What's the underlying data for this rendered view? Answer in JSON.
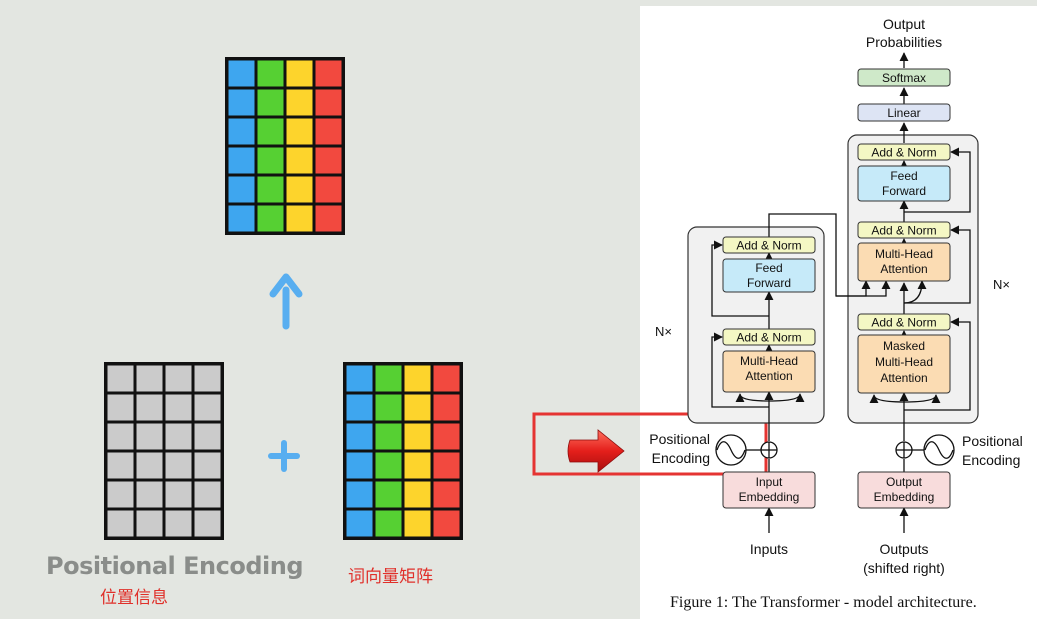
{
  "left": {
    "pe_title": "Positional Encoding",
    "pe_subtitle_cn": "位置信息",
    "embedding_label_cn": "词向量矩阵",
    "plus_symbol": "+",
    "colors": {
      "blue": "#3ea6ef",
      "green": "#56d033",
      "yellow": "#fdd42c",
      "red": "#f2493f",
      "gray": "#cbcbcb",
      "arrow": "#58aef0",
      "label_red": "#e0302a"
    }
  },
  "right": {
    "encoder": {
      "add_norm_top": "Add & Norm",
      "feed_forward": [
        "Feed",
        "Forward"
      ],
      "add_norm_bottom": "Add & Norm",
      "multi_head": [
        "Multi-Head",
        "Attention"
      ],
      "nx": "N×"
    },
    "decoder": {
      "add_norm_top": "Add & Norm",
      "feed_forward": [
        "Feed",
        "Forward"
      ],
      "add_norm_mid": "Add & Norm",
      "multi_head": [
        "Multi-Head",
        "Attention"
      ],
      "add_norm_bottom": "Add & Norm",
      "masked": [
        "Masked",
        "Multi-Head",
        "Attention"
      ],
      "nx": "N×"
    },
    "output_probs": [
      "Output",
      "Probabilities"
    ],
    "softmax": "Softmax",
    "linear": "Linear",
    "pos_enc_left": [
      "Positional",
      "Encoding"
    ],
    "pos_enc_right": [
      "Positional",
      "Encoding"
    ],
    "input_embedding": [
      "Input",
      "Embedding"
    ],
    "output_embedding": [
      "Output",
      "Embedding"
    ],
    "inputs": "Inputs",
    "outputs": [
      "Outputs",
      "(shifted right)"
    ],
    "caption": "Figure 1: The Transformer - model architecture.",
    "colors": {
      "add_norm": "#f4f7c4",
      "feed_forward": "#c6eaf9",
      "attention": "#fbdcb3",
      "embedding": "#f8dcdc",
      "linear": "#dde4f4",
      "softmax": "#cfe9c9",
      "stack_bg": "#f1f1f1",
      "highlight": "#e53432"
    }
  }
}
